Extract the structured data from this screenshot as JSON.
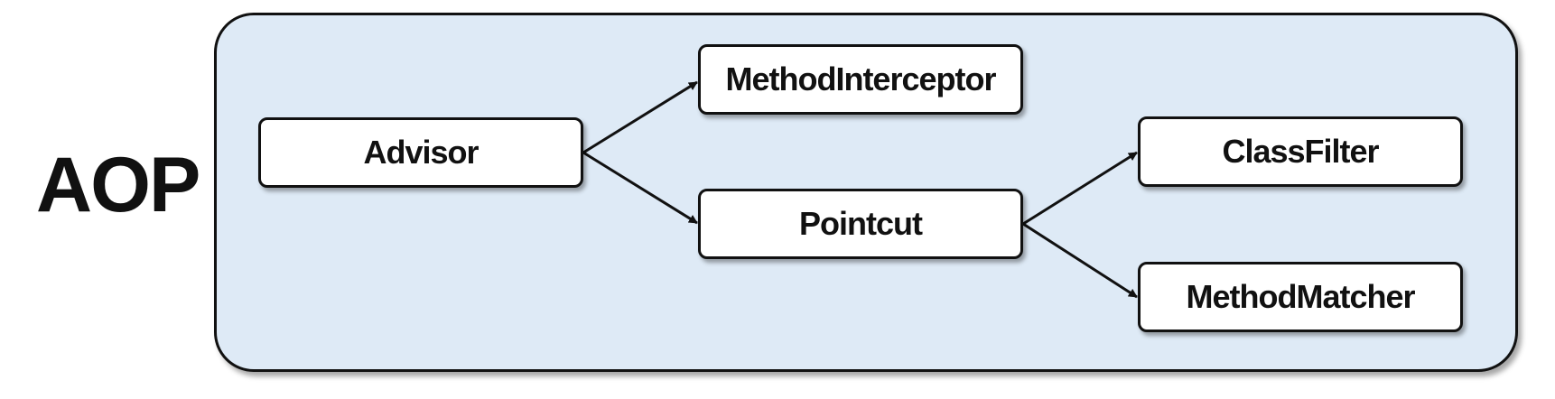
{
  "title": "AOP",
  "nodes": {
    "advisor": "Advisor",
    "interceptor": "MethodInterceptor",
    "pointcut": "Pointcut",
    "classfilter": "ClassFilter",
    "matcher": "MethodMatcher"
  },
  "edges": [
    {
      "from": "Advisor",
      "to": "MethodInterceptor"
    },
    {
      "from": "Advisor",
      "to": "Pointcut"
    },
    {
      "from": "Pointcut",
      "to": "ClassFilter"
    },
    {
      "from": "Pointcut",
      "to": "MethodMatcher"
    }
  ],
  "colors": {
    "container_fill": "#deeaf6",
    "node_fill": "#ffffff",
    "stroke": "#111111"
  }
}
